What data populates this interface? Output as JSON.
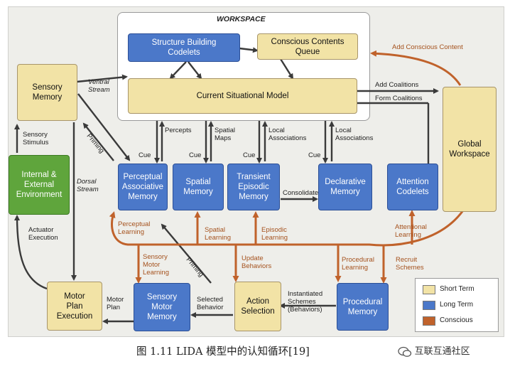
{
  "workspace_title": "WORKSPACE",
  "boxes": {
    "structure_building_codelets": "Structure Building\nCodelets",
    "conscious_contents_queue": "Conscious Contents\nQueue",
    "current_situational_model": "Current Situational Model",
    "sensory_memory": "Sensory\nMemory",
    "environment": "Internal &\nExternal\nEnvironment",
    "perceptual_associative_memory": "Perceptual\nAssociative\nMemory",
    "spatial_memory": "Spatial\nMemory",
    "transient_episodic_memory": "Transient\nEpisodic\nMemory",
    "declarative_memory": "Declarative\nMemory",
    "attention_codelets": "Attention\nCodelets",
    "global_workspace": "Global\nWorkspace",
    "motor_plan_execution": "Motor\nPlan\nExecution",
    "sensory_motor_memory": "Sensory\nMotor\nMemory",
    "action_selection": "Action\nSelection",
    "procedural_memory": "Procedural\nMemory"
  },
  "labels": {
    "ventral_stream": "Ventral\nStream",
    "dorsal_stream": "Dorsal\nStream",
    "priming_top": "Priming",
    "priming_bottom": "Priming",
    "sensory_stimulus": "Sensory\nStimulus",
    "actuator_execution": "Actuator\nExecution",
    "percepts": "Percepts",
    "spatial_maps": "Spatial\nMaps",
    "local_associations_1": "Local\nAssociations",
    "local_associations_2": "Local\nAssociations",
    "cue_1": "Cue",
    "cue_2": "Cue",
    "cue_3": "Cue",
    "cue_4": "Cue",
    "consolidate": "Consolidate",
    "add_conscious_content": "Add Conscious Content",
    "add_coalitions": "Add Coalitions",
    "form_coalitions": "Form Coalitions",
    "perceptual_learning": "Perceptual\nLearning",
    "spatial_learning": "Spatial\nLearning",
    "episodic_learning": "Episodic\nLearning",
    "attentional_learning": "Attentional\nLearning",
    "sensory_motor_learning": "Sensory\nMotor\nLearning",
    "update_behaviors": "Update\nBehaviors",
    "procedural_learning": "Procedural\nLearning",
    "recruit_schemes": "Recruit\nSchemes",
    "motor_plan": "Motor\nPlan",
    "selected_behavior": "Selected\nBehavior",
    "instantiated_schemes": "Instantiated\nSchemes\n(Behaviors)"
  },
  "legend": {
    "short_term": "Short Term",
    "long_term": "Long Term",
    "conscious": "Conscious"
  },
  "caption": "图 1.11 LIDA 模型中的认知循环[19]",
  "watermark": "互联互通社区",
  "colors": {
    "short_term": "#f2e3a6",
    "long_term": "#4b78c9",
    "conscious": "#c0622b",
    "environment": "#5fa53c",
    "arrow_dark": "#3a3a3a"
  },
  "icons": {
    "watermark_logo": "wechat-icon"
  }
}
